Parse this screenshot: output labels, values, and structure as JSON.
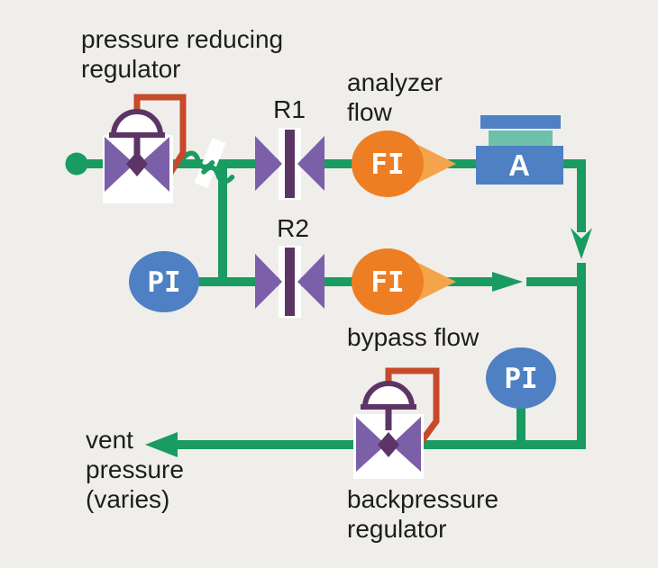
{
  "colors": {
    "bg": "#efeeea",
    "green": "#199b62",
    "purple": "#7b5fa9",
    "purple-dark": "#5c3566",
    "orange": "#ee7e24",
    "orange-light": "#f5a44b",
    "blue": "#4e80c3",
    "teal": "#6fc0ab",
    "red": "#c7492c",
    "text": "#1d1d1b"
  },
  "labels": {
    "pressure_reducing_regulator": {
      "line1": "pressure reducing",
      "line2": "regulator"
    },
    "analyzer_flow": {
      "line1": "analyzer",
      "line2": "flow"
    },
    "valve_r1": "R1",
    "valve_r2": "R2",
    "bypass_flow": "bypass flow",
    "vent_pressure": {
      "line1": "vent",
      "line2": "pressure",
      "line3": "(varies)"
    },
    "backpressure_regulator": {
      "line1": "backpressure",
      "line2": "regulator"
    }
  },
  "instruments": {
    "analyzer_flow_indicator": "FI",
    "bypass_flow_indicator": "FI",
    "inlet_pressure_indicator": "PI",
    "outlet_pressure_indicator": "PI",
    "analyzer": "A"
  }
}
